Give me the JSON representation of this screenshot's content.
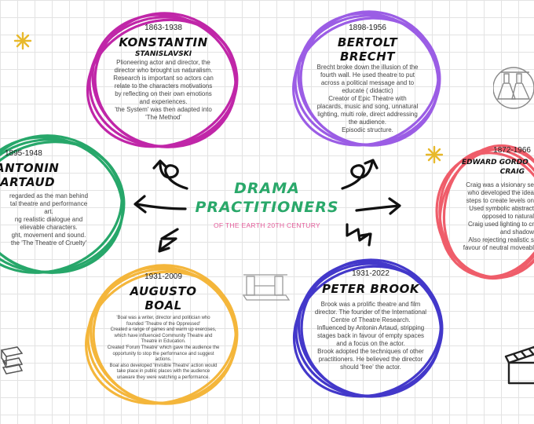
{
  "title": {
    "line1": "DRAMA",
    "line2": "PRACTITIONERS",
    "subtitle": "OF THE EARTH 20TH CENTURY"
  },
  "colors": {
    "stanislavski": "#c026a8",
    "brecht": "#9b5de5",
    "artaud": "#27a76a",
    "craig": "#ef5d6a",
    "boal": "#f4b63b",
    "brook": "#4338ca",
    "title": "#2aa86a",
    "subtitle": "#e45c9a"
  },
  "practitioners": {
    "stanislavski": {
      "dates": "1863-1938",
      "name": "KONSTANTIN",
      "subname": "STANISLAVSKI",
      "lines": [
        "Plioneering actor and director, the",
        "director who brought us naturalism.",
        "Research is important so actors can",
        "relate to the characters motivations",
        "by reflecting on their own emotions",
        "and experiences.",
        "'the System' was then adapted into",
        "'The Method'"
      ]
    },
    "brecht": {
      "dates": "1898-1956",
      "name_line1": "BERTOLT",
      "name_line2": "BRECHT",
      "lines": [
        "Brecht broke down the illusion of the",
        "fourth wall. He used theatre to put",
        "across a political message and to",
        "educate ( didactic)",
        "Creator of Epic Theatre with",
        "placards, music and song, unnatural",
        "lighting, multi role, direct addressing",
        "the audience.",
        "Episodic structure."
      ]
    },
    "artaud": {
      "dates": "1895-1948",
      "name_line1": "ANTONIN",
      "name_line2": "ARTAUD",
      "lines": [
        "regarded as the man behind",
        "tal theatre and performance",
        "art.",
        "ng realistic dialogue and",
        "elievable characters.",
        "ght, movement and sound.",
        "the 'The Theatre of Cruelty'"
      ]
    },
    "craig": {
      "dates": "1872-1966",
      "name_line1": "EDWARD GORDO",
      "name_line2": "CRAIG",
      "lines": [
        "Craig was a visionary se",
        "who developed the idea",
        "steps to create levels on",
        "Used symbolic abstract",
        "opposed to natural",
        "Craig used lighting to cr",
        "and shadow",
        "Also rejecting realistic s",
        "favour of neutral moveabl"
      ]
    },
    "boal": {
      "dates": "1931-2009",
      "name_line1": "AUGUSTO",
      "name_line2": "BOAL",
      "lines": [
        "'Boal was a writer, director and politician who",
        "founded 'Theatre of the Oppressed'",
        "Created a range of games and warm up exercises,",
        "which have influenced Community Theatre and",
        "Theatre in Education.",
        "Created 'Forum Theatre' which gave the audience the",
        "opportunity to stop the performance and suggest",
        "actions.",
        "Boal also developed 'Invisible Theatre' action would",
        "take place in public places with the audience",
        "unaware they were watching a performance."
      ]
    },
    "brook": {
      "dates": "1931-2022",
      "name": "PETER BROOK",
      "lines": [
        "Brook was a prolific theatre and film",
        "director. The founder of the International",
        "Centre of Theatre Research.",
        "Influenced by Antonin Artaud, stripping",
        "stages back in favour of empty spaces",
        "and a focus on the actor.",
        "Brook adopted the techniques of other",
        "practitioners. He believed the director",
        "should 'free' the actor."
      ]
    }
  }
}
